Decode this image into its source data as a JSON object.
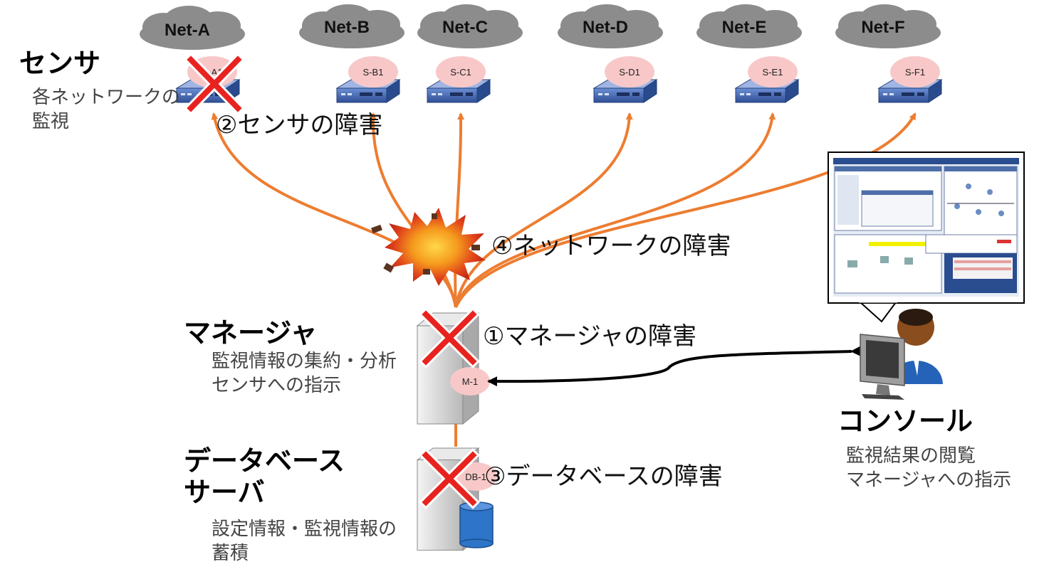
{
  "networks": [
    {
      "name": "Net-A",
      "sensor": "S-A1"
    },
    {
      "name": "Net-B",
      "sensor": "S-B1"
    },
    {
      "name": "Net-C",
      "sensor": "S-C1"
    },
    {
      "name": "Net-D",
      "sensor": "S-D1"
    },
    {
      "name": "Net-E",
      "sensor": "S-E1"
    },
    {
      "name": "Net-F",
      "sensor": "S-F1"
    }
  ],
  "sensor": {
    "title": "センサ",
    "desc": [
      "各ネットワークの",
      "監視"
    ]
  },
  "manager": {
    "title": "マネージャ",
    "desc": [
      "監視情報の集約・分析",
      "センサへの指示"
    ],
    "node": "M-1"
  },
  "database": {
    "title": [
      "データベース",
      "サーバ"
    ],
    "desc": [
      "設定情報・監視情報の",
      "蓄積"
    ],
    "node": "DB-1"
  },
  "console": {
    "title": "コンソール",
    "desc": [
      "監視結果の閲覧",
      "マネージャへの指示"
    ]
  },
  "faults": {
    "manager": "①マネージャの障害",
    "sensor": "②センサの障害",
    "database": "③データベースの障害",
    "network": "④ネットワークの障害"
  },
  "colors": {
    "link": "#ed7d31",
    "cloud": "#8c8c8c",
    "fault_x": "#e8231f",
    "node_bubble": "#f8c8c8",
    "device": "#3d66b1",
    "control_link": "#000000"
  },
  "icons": {
    "sensor": "network-appliance-icon",
    "server": "server-tower-icon",
    "database": "database-cylinder-icon",
    "console": "operator-workstation-icon",
    "explosion": "explosion-icon"
  }
}
